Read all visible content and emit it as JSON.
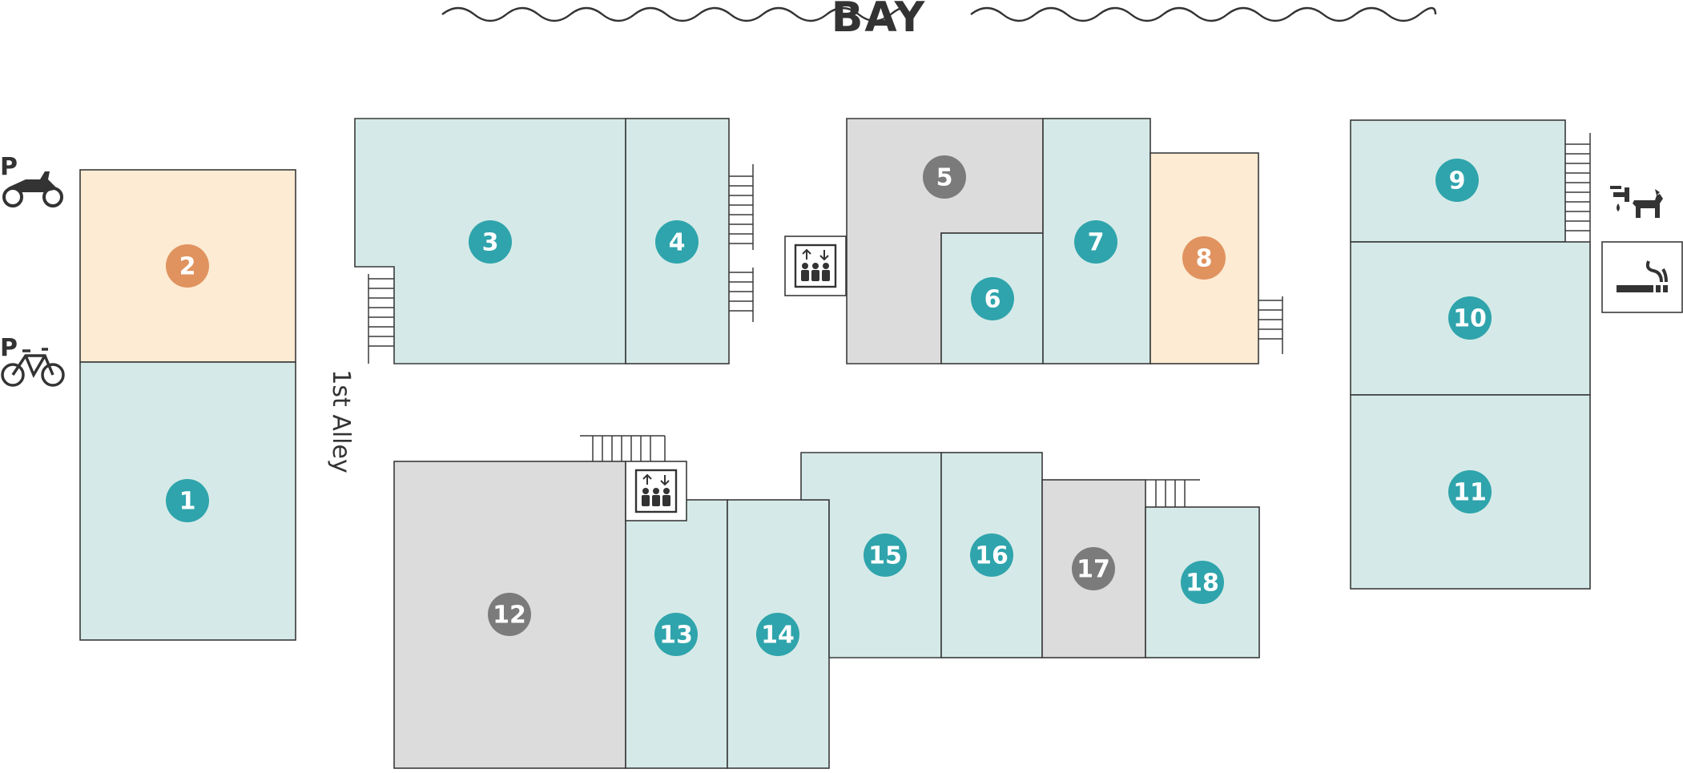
{
  "map": {
    "water_label": "BAY",
    "street_label": "1st Alley",
    "colors": {
      "teal_fill": "#d5eae8",
      "peach_fill": "#fdebd3",
      "gray_fill": "#dcdcdc",
      "teal_badge": "#2fa4ac",
      "orange_badge": "#e0935f",
      "gray_badge": "#7b7b7b",
      "outline": "#3a3a3a"
    },
    "units": [
      {
        "number": "1",
        "status": "teal"
      },
      {
        "number": "2",
        "status": "peach"
      },
      {
        "number": "3",
        "status": "teal"
      },
      {
        "number": "4",
        "status": "teal"
      },
      {
        "number": "5",
        "status": "gray"
      },
      {
        "number": "6",
        "status": "teal"
      },
      {
        "number": "7",
        "status": "teal"
      },
      {
        "number": "8",
        "status": "peach"
      },
      {
        "number": "9",
        "status": "teal"
      },
      {
        "number": "10",
        "status": "teal"
      },
      {
        "number": "11",
        "status": "teal"
      },
      {
        "number": "12",
        "status": "gray"
      },
      {
        "number": "13",
        "status": "teal"
      },
      {
        "number": "14",
        "status": "teal"
      },
      {
        "number": "15",
        "status": "teal"
      },
      {
        "number": "16",
        "status": "teal"
      },
      {
        "number": "17",
        "status": "gray"
      },
      {
        "number": "18",
        "status": "teal"
      }
    ],
    "icons": {
      "motorcycle_parking": "motorcycle-parking-icon",
      "bicycle_parking": "bicycle-parking-icon",
      "elevator": "elevator-icon",
      "pet_water": "pet-water-station-icon",
      "smoking": "smoking-area-icon",
      "parking_letter": "P"
    }
  }
}
